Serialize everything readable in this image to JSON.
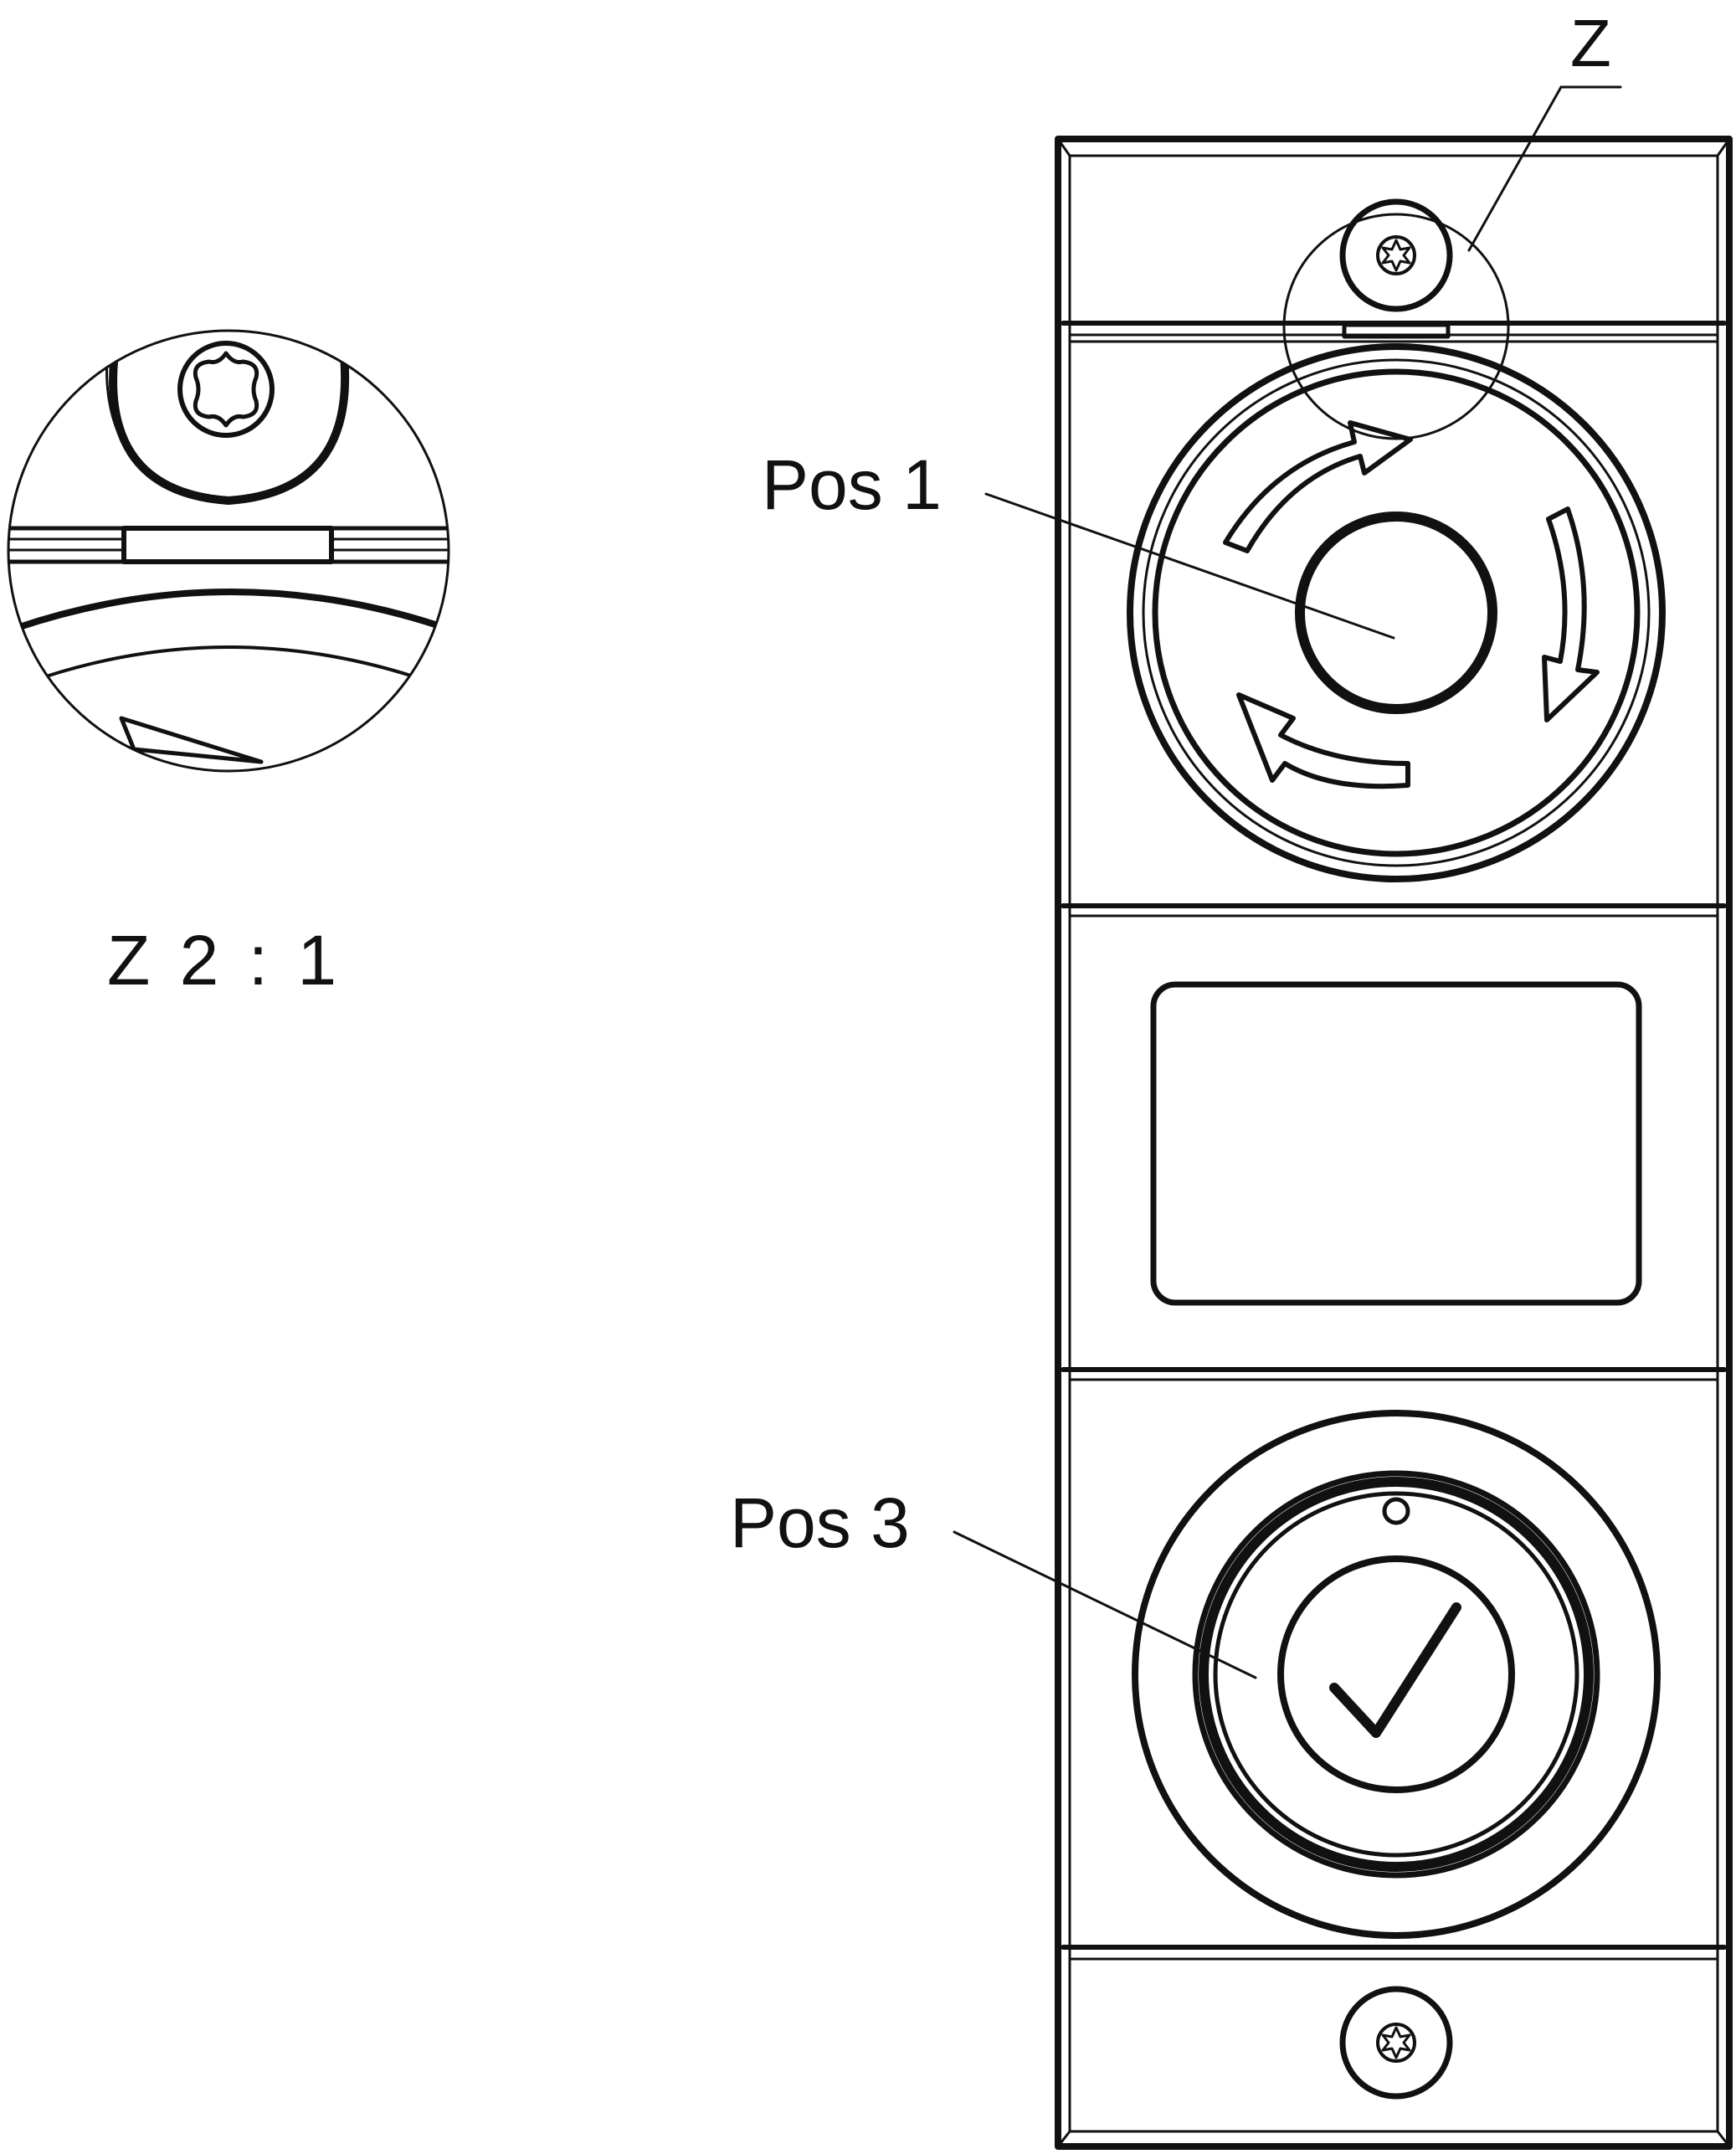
{
  "labels": {
    "detail_marker": "Z",
    "pos1": "Pos 1",
    "pos3": "Pos 3",
    "detail_scale": "Z 2 : 1"
  },
  "colors": {
    "line": "#111111",
    "background": "#ffffff"
  },
  "icons": {
    "pos1": "emergency-stop-rotate-arrows",
    "pos3": "checkmark",
    "screws": "torx-screw"
  }
}
